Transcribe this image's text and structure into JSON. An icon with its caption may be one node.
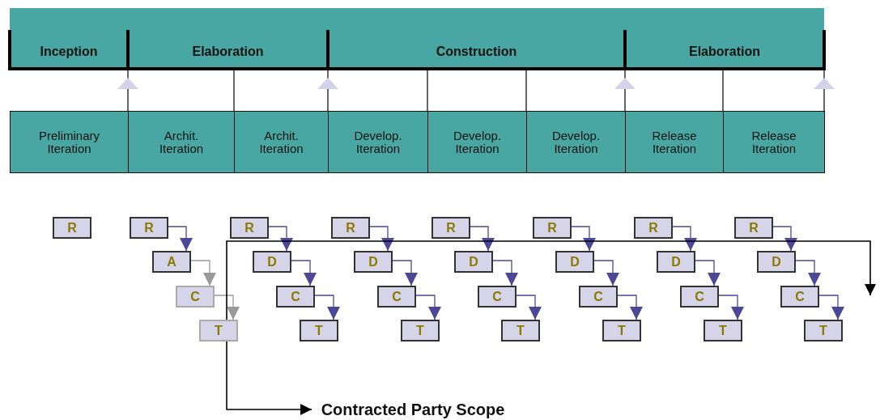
{
  "diagram": {
    "nodes": [
      {
        "text": [
          "Inception"
        ]
      },
      {
        "text": [
          "Elaboration"
        ]
      },
      {
        "text": [
          "Construction"
        ]
      },
      {
        "text": [
          "Elaboration"
        ]
      },
      {
        "text": [
          "Preliminary Iteration"
        ]
      },
      {
        "text": [
          "Archit. Iteration"
        ]
      },
      {
        "text": [
          "Archit. Iteration"
        ]
      },
      {
        "text": [
          "Develop. Iteration"
        ]
      },
      {
        "text": [
          "Develop. Iteration"
        ]
      },
      {
        "text": [
          "Develop. Iteration"
        ]
      },
      {
        "text": [
          "Release Iteration"
        ]
      },
      {
        "text": [
          "Release Iteration"
        ]
      },
      {
        "text": [
          "R"
        ]
      },
      {
        "text": [
          "R"
        ]
      },
      {
        "text": [
          "A"
        ]
      },
      {
        "text": [
          "C"
        ]
      },
      {
        "text": [
          "T"
        ]
      },
      {
        "text": [
          "R"
        ]
      },
      {
        "text": [
          "D"
        ]
      },
      {
        "text": [
          "C"
        ]
      },
      {
        "text": [
          "T"
        ]
      },
      {
        "text": [
          "R"
        ]
      },
      {
        "text": [
          "D"
        ]
      },
      {
        "text": [
          "C"
        ]
      },
      {
        "text": [
          "T"
        ]
      },
      {
        "text": [
          "R"
        ]
      },
      {
        "text": [
          "D"
        ]
      },
      {
        "text": [
          "C"
        ]
      },
      {
        "text": [
          "T"
        ]
      },
      {
        "text": [
          "R"
        ]
      },
      {
        "text": [
          "D"
        ]
      },
      {
        "text": [
          "C"
        ]
      },
      {
        "text": [
          "T"
        ]
      },
      {
        "text": [
          "R"
        ]
      },
      {
        "text": [
          "D"
        ]
      },
      {
        "text": [
          "C"
        ]
      },
      {
        "text": [
          "T"
        ]
      },
      {
        "text": [
          "R"
        ]
      },
      {
        "text": [
          "D"
        ]
      },
      {
        "text": [
          "C"
        ]
      },
      {
        "text": [
          "T"
        ]
      },
      {
        "text": [
          "Contracted Party Scope"
        ]
      }
    ],
    "edges": [
      {
        "from": 13,
        "to": 14,
        "arrow": "to"
      },
      {
        "from": 14,
        "to": 15,
        "arrow": "to",
        "color": "#999999"
      },
      {
        "from": 15,
        "to": 16,
        "arrow": "to",
        "color": "#999999"
      },
      {
        "from": 17,
        "to": 18,
        "arrow": "to"
      },
      {
        "from": 18,
        "to": 19,
        "arrow": "to"
      },
      {
        "from": 19,
        "to": 20,
        "arrow": "to"
      },
      {
        "from": 21,
        "to": 22,
        "arrow": "to"
      },
      {
        "from": 22,
        "to": 23,
        "arrow": "to"
      },
      {
        "from": 23,
        "to": 24,
        "arrow": "to"
      },
      {
        "from": 25,
        "to": 26,
        "arrow": "to"
      },
      {
        "from": 26,
        "to": 27,
        "arrow": "to"
      },
      {
        "from": 27,
        "to": 28,
        "arrow": "to"
      },
      {
        "from": 29,
        "to": 30,
        "arrow": "to"
      },
      {
        "from": 30,
        "to": 31,
        "arrow": "to"
      },
      {
        "from": 31,
        "to": 32,
        "arrow": "to"
      },
      {
        "from": 33,
        "to": 34,
        "arrow": "to"
      },
      {
        "from": 34,
        "to": 35,
        "arrow": "to"
      },
      {
        "from": 35,
        "to": 36,
        "arrow": "to"
      },
      {
        "from": 37,
        "to": 38,
        "arrow": "to"
      },
      {
        "from": 38,
        "to": 39,
        "arrow": "to"
      },
      {
        "from": 39,
        "to": 40,
        "arrow": "to"
      },
      {
        "from": null,
        "to": 41,
        "arrow": "both",
        "color": "#000000"
      }
    ]
  }
}
